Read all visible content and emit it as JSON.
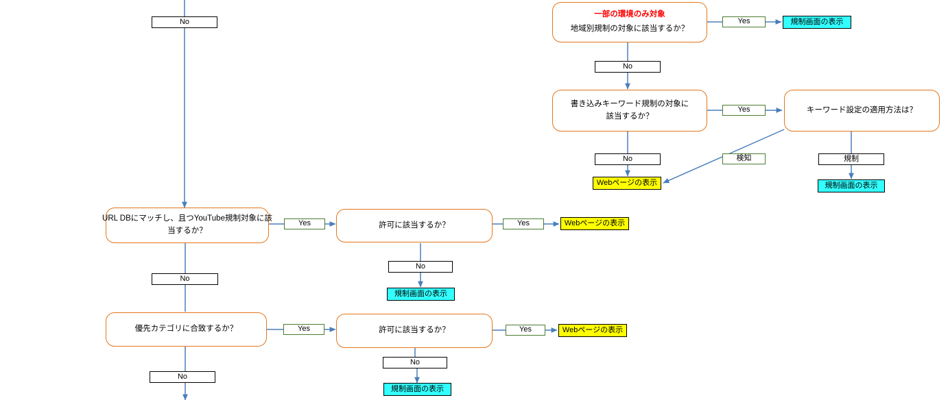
{
  "diagram": {
    "type": "flowchart",
    "title": "",
    "colors": {
      "decision_border": "#E3761B",
      "warning_text": "#FF0000",
      "yes_label_border": "#4A7C2F",
      "no_label_border": "#000000",
      "connector": "#4A7EBB",
      "block_terminal": "#33FFFF",
      "allow_terminal": "#FFFF00"
    },
    "nodes": {
      "top_left_no": {
        "label": "No"
      },
      "region_decision": {
        "header": "一部の環境のみ対象",
        "question": "地域別規制の対象に該当するか？"
      },
      "region_yes": {
        "label": "Yes"
      },
      "region_block": {
        "label": "規制画面の表示"
      },
      "region_no": {
        "label": "No"
      },
      "keyword_decision": {
        "line1": "書き込みキーワード規制の対象に",
        "line2": "該当するか？"
      },
      "keyword_yes": {
        "label": "Yes"
      },
      "keyword_method": {
        "question": "キーワード設定の適用方法は？"
      },
      "keyword_no": {
        "label": "No"
      },
      "keyword_web": {
        "label": "Webページの表示"
      },
      "detect_label": {
        "label": "検知"
      },
      "restrict_label": {
        "label": "規制"
      },
      "keyword_block": {
        "label": "規制画面の表示"
      },
      "urldb_decision": {
        "line1": "URL DBにマッチし、且つYouTube規制対象に該",
        "line2": "当するか？"
      },
      "urldb_yes": {
        "label": "Yes"
      },
      "urldb_permit": {
        "question": "許可に該当するか？"
      },
      "urldb_permit_yes": {
        "label": "Yes"
      },
      "urldb_web": {
        "label": "Webページの表示"
      },
      "urldb_permit_no": {
        "label": "No"
      },
      "urldb_block": {
        "label": "規制画面の表示"
      },
      "urldb_no": {
        "label": "No"
      },
      "category_decision": {
        "question": "優先カテゴリに合致するか？"
      },
      "category_yes": {
        "label": "Yes"
      },
      "category_permit": {
        "question": "許可に該当するか？"
      },
      "category_permit_yes": {
        "label": "Yes"
      },
      "category_web": {
        "label": "Webページの表示"
      },
      "category_permit_no": {
        "label": "No"
      },
      "category_block": {
        "label": "規制画面の表示"
      },
      "category_no": {
        "label": "No"
      }
    }
  }
}
